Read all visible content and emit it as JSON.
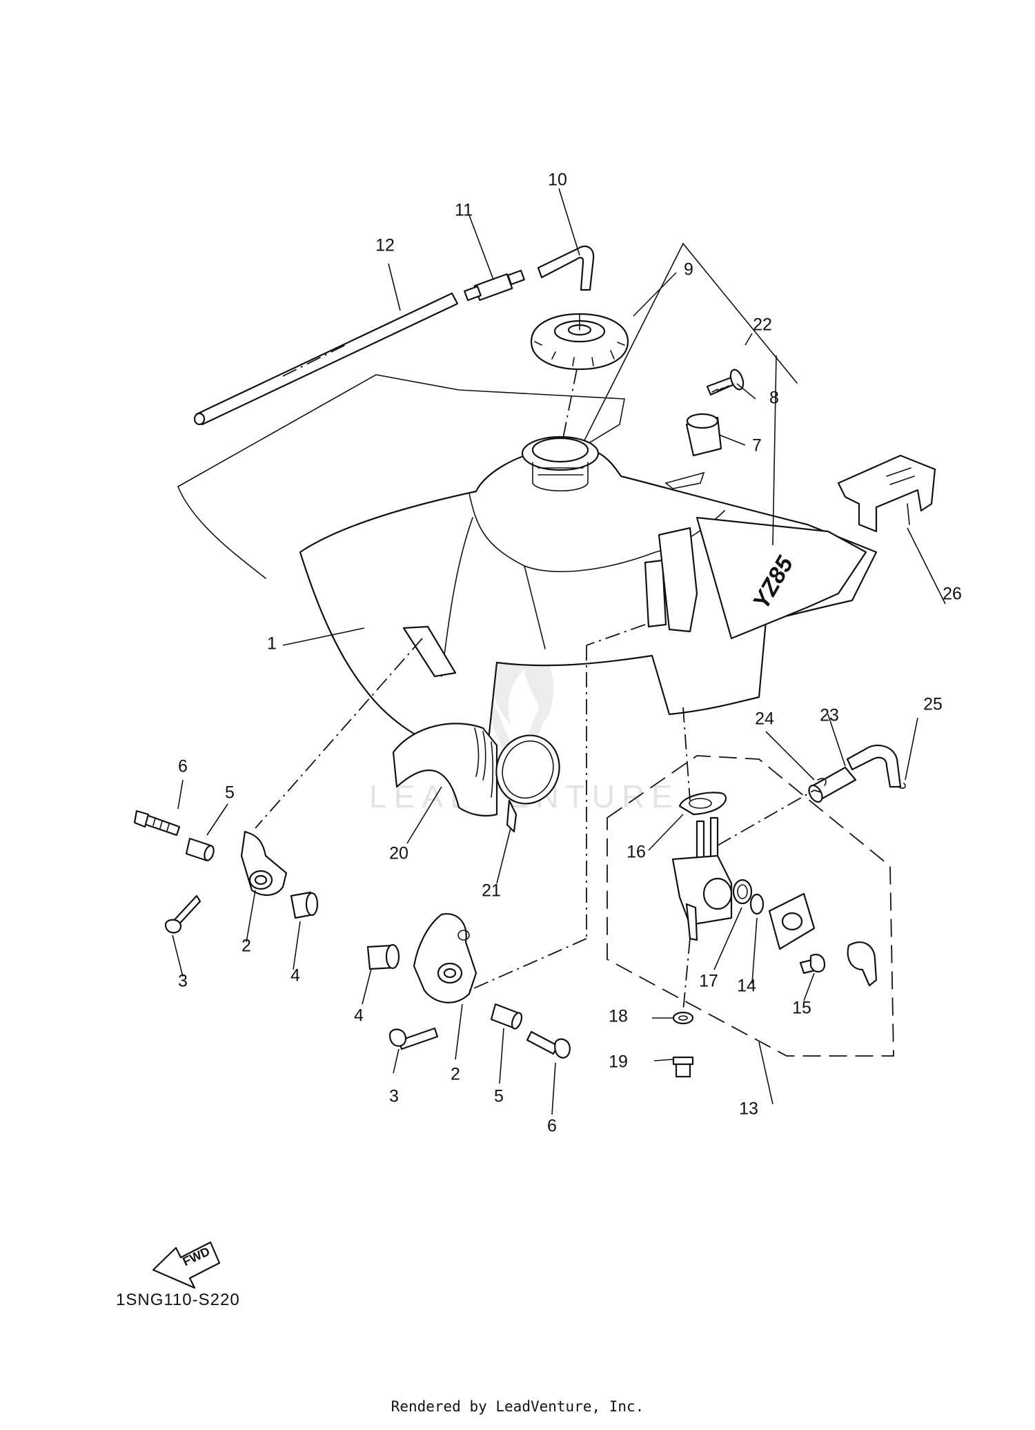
{
  "diagram": {
    "code": "1SNG110-S220",
    "credit": "Rendered by LeadVenture, Inc.",
    "watermark": "LEADVENTURE",
    "fwd_label": "FWD",
    "tank_decal_text": "YZ85",
    "callouts": [
      {
        "id": "c1",
        "label": "1"
      },
      {
        "id": "c2a",
        "label": "2"
      },
      {
        "id": "c2b",
        "label": "2"
      },
      {
        "id": "c3a",
        "label": "3"
      },
      {
        "id": "c3b",
        "label": "3"
      },
      {
        "id": "c4a",
        "label": "4"
      },
      {
        "id": "c4b",
        "label": "4"
      },
      {
        "id": "c5a",
        "label": "5"
      },
      {
        "id": "c5b",
        "label": "5"
      },
      {
        "id": "c6a",
        "label": "6"
      },
      {
        "id": "c6b",
        "label": "6"
      },
      {
        "id": "c7",
        "label": "7"
      },
      {
        "id": "c8",
        "label": "8"
      },
      {
        "id": "c9",
        "label": "9"
      },
      {
        "id": "c10",
        "label": "10"
      },
      {
        "id": "c11",
        "label": "11"
      },
      {
        "id": "c12",
        "label": "12"
      },
      {
        "id": "c13",
        "label": "13"
      },
      {
        "id": "c14",
        "label": "14"
      },
      {
        "id": "c15",
        "label": "15"
      },
      {
        "id": "c16",
        "label": "16"
      },
      {
        "id": "c17",
        "label": "17"
      },
      {
        "id": "c18",
        "label": "18"
      },
      {
        "id": "c19",
        "label": "19"
      },
      {
        "id": "c20",
        "label": "20"
      },
      {
        "id": "c21",
        "label": "21"
      },
      {
        "id": "c22",
        "label": "22"
      },
      {
        "id": "c23",
        "label": "23"
      },
      {
        "id": "c24",
        "label": "24"
      },
      {
        "id": "c25",
        "label": "25"
      },
      {
        "id": "c26",
        "label": "26"
      }
    ]
  }
}
